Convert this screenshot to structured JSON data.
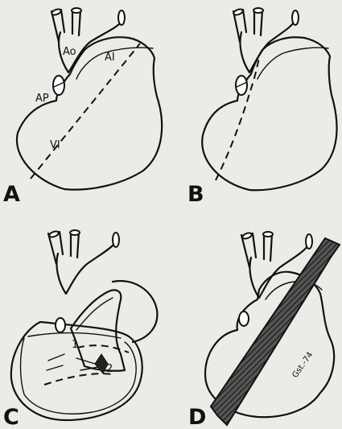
{
  "panels": [
    {
      "letter": "A",
      "labels": {
        "ao": "Ao",
        "ai": "AI",
        "ap": "AP",
        "vi": "VI"
      }
    },
    {
      "letter": "B"
    },
    {
      "letter": "C",
      "labels": {
        "one": "1",
        "two": "2"
      }
    },
    {
      "letter": "D"
    }
  ],
  "signature": "Gst.-74"
}
